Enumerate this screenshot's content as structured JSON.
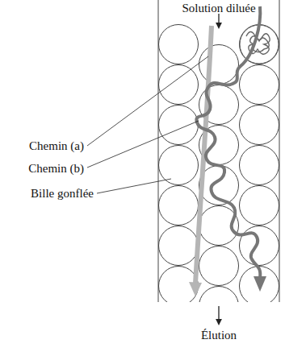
{
  "diagram": {
    "labels": [
      "Solution diluée",
      "Chemin (a)",
      "Chemin (b)",
      "Bille gonflée",
      "Élution"
    ]
  }
}
